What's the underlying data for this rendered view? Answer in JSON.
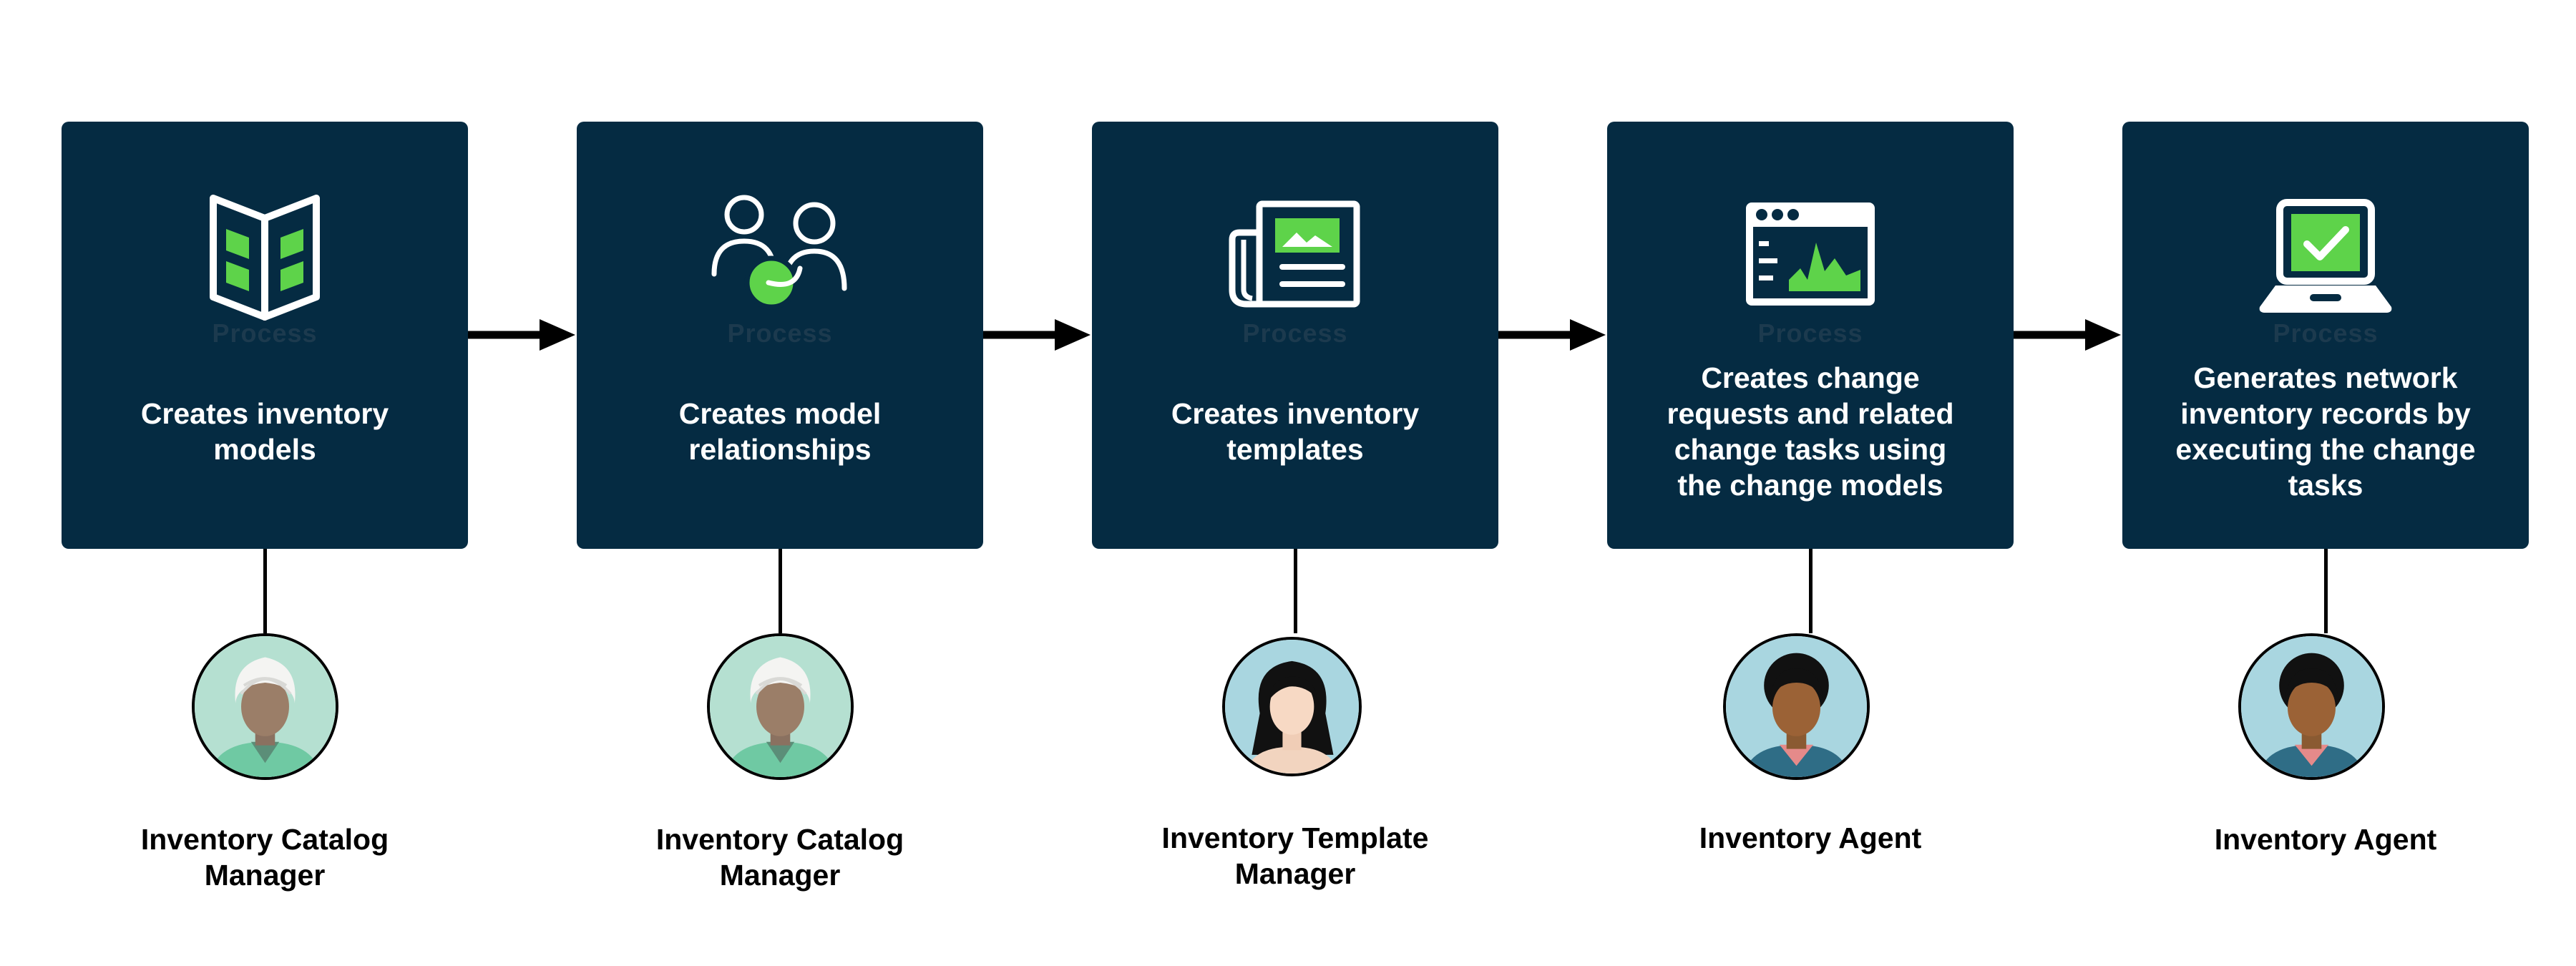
{
  "steps": [
    {
      "ghost_label": "Process",
      "text_lines": [
        "Creates inventory",
        "models"
      ],
      "icon": "open-book-icon",
      "role_lines": [
        "Inventory Catalog",
        "Manager"
      ],
      "avatar": "turban-person-avatar"
    },
    {
      "ghost_label": "Process",
      "text_lines": [
        "Creates model",
        "relationships"
      ],
      "icon": "linked-people-icon",
      "role_lines": [
        "Inventory Catalog",
        "Manager"
      ],
      "avatar": "turban-person-avatar"
    },
    {
      "ghost_label": "Process",
      "text_lines": [
        "Creates inventory",
        "templates"
      ],
      "icon": "newspaper-icon",
      "role_lines": [
        "Inventory Template",
        "Manager"
      ],
      "avatar": "dark-hair-woman-avatar"
    },
    {
      "ghost_label": "Process",
      "text_lines": [
        "Creates change",
        "requests and related",
        "change tasks using",
        "the change models"
      ],
      "icon": "browser-chart-icon",
      "role_lines": [
        "Inventory Agent"
      ],
      "avatar": "afro-person-avatar"
    },
    {
      "ghost_label": "Process",
      "text_lines": [
        "Generates network",
        "inventory records by",
        "executing the change",
        "tasks"
      ],
      "icon": "laptop-check-icon",
      "role_lines": [
        "Inventory Agent"
      ],
      "avatar": "afro-person-avatar"
    }
  ],
  "colors": {
    "box": "#052b42",
    "accent_green": "#5ed34a",
    "arrow": "#000000"
  }
}
